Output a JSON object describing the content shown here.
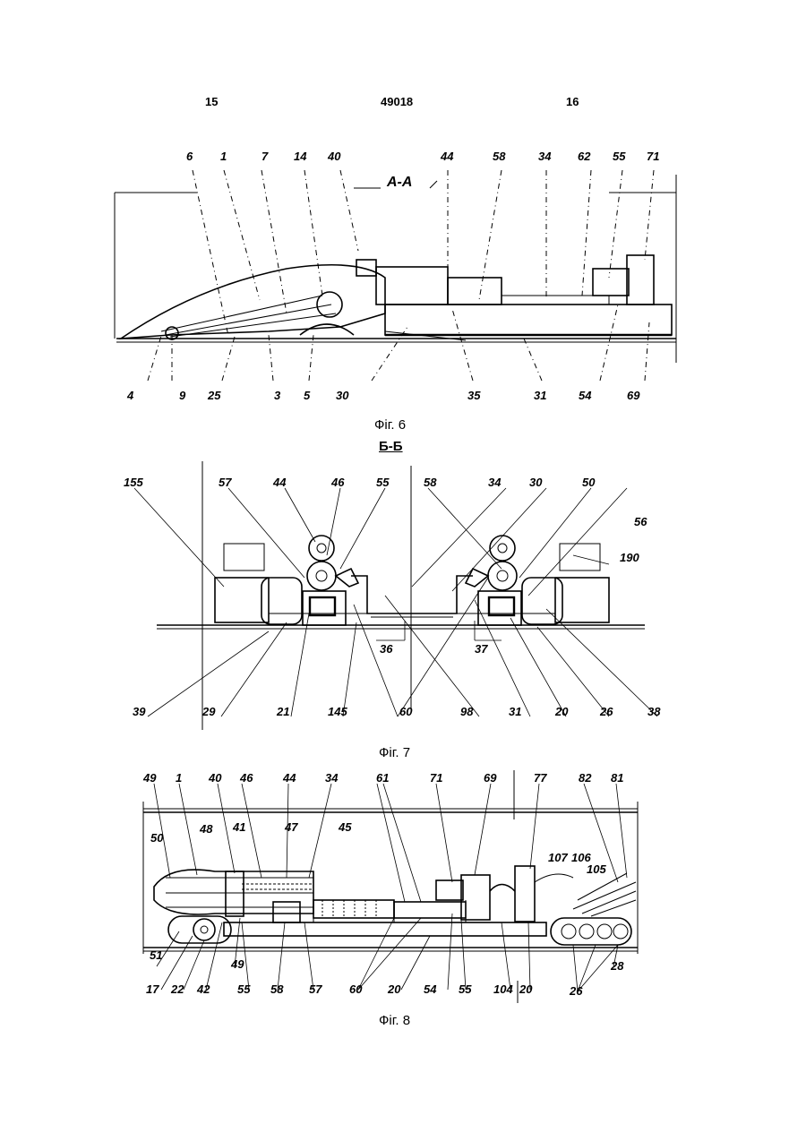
{
  "page": {
    "left_number": "15",
    "center_number": "49018",
    "right_number": "16"
  },
  "fig6": {
    "caption": "Фіг. 6",
    "section": "А-А",
    "top_labels": [
      "6",
      "1",
      "7",
      "14",
      "40",
      "44",
      "58",
      "34",
      "62",
      "55",
      "71"
    ],
    "bottom_labels": [
      "4",
      "9",
      "25",
      "3",
      "5",
      "30",
      "35",
      "31",
      "54",
      "69"
    ]
  },
  "fig7": {
    "caption": "Фіг. 7",
    "section": "Б-Б",
    "top_labels": [
      "155",
      "57",
      "44",
      "46",
      "55",
      "58",
      "34",
      "30",
      "50",
      "56",
      "190"
    ],
    "mid_labels": [
      "36",
      "37"
    ],
    "bottom_labels": [
      "39",
      "29",
      "21",
      "145",
      "60",
      "98",
      "31",
      "20",
      "26",
      "38"
    ]
  },
  "fig8": {
    "caption": "Фіг. 8",
    "top_labels": [
      "49",
      "1",
      "40",
      "46",
      "44",
      "34",
      "61",
      "71",
      "69",
      "77",
      "82",
      "81"
    ],
    "inner_labels": [
      "50",
      "48",
      "41",
      "47",
      "45",
      "107",
      "106",
      "105"
    ],
    "bottom_labels": [
      "51",
      "17",
      "22",
      "42",
      "49",
      "55",
      "58",
      "57",
      "60",
      "20",
      "54",
      "55",
      "104",
      "20",
      "26",
      "28"
    ]
  }
}
